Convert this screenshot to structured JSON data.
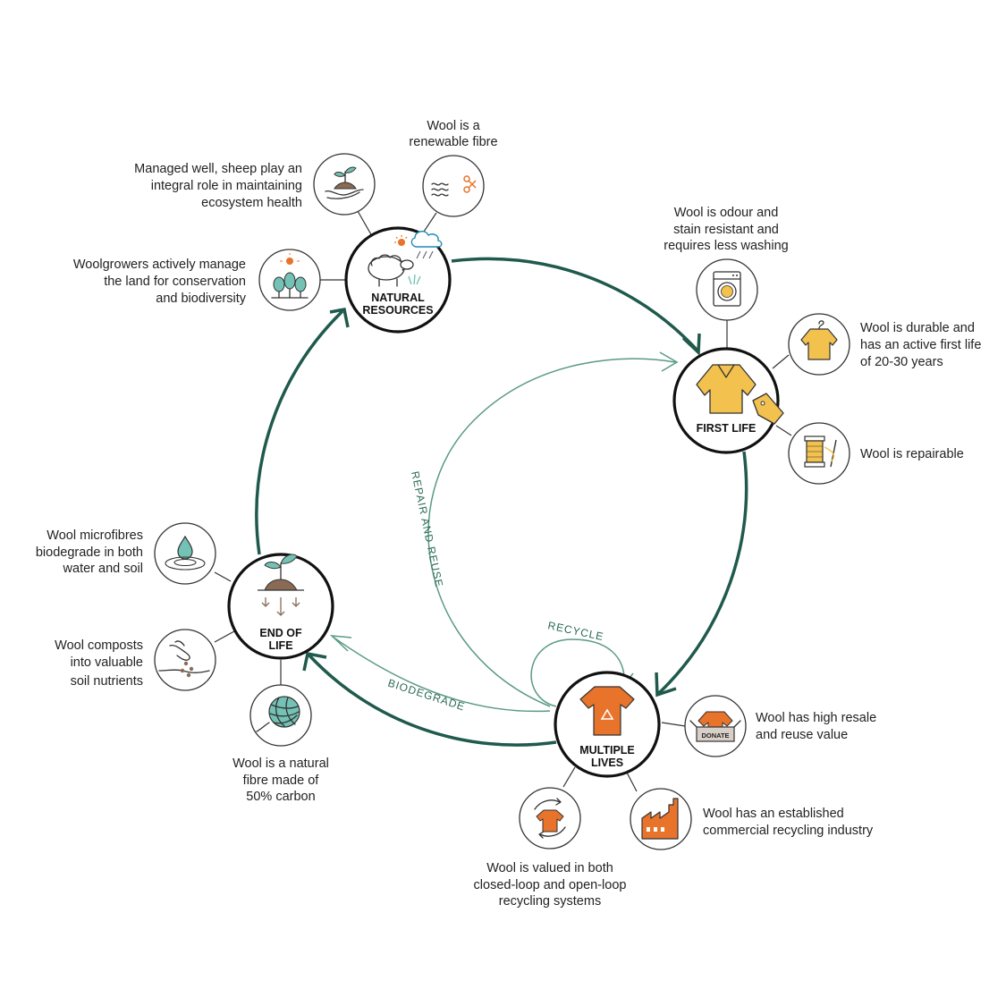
{
  "hubs": {
    "natural_resources": [
      "NATURAL",
      "RESOURCES"
    ],
    "first_life": [
      "FIRST LIFE"
    ],
    "multiple_lives": [
      "MULTIPLE",
      "LIVES"
    ],
    "end_of_life": [
      "END OF",
      "LIFE"
    ]
  },
  "flows": {
    "repair_reuse": "REPAIR AND REUSE",
    "recycle": "RECYCLE",
    "biodegrade": "BIODEGRADE"
  },
  "icons": {
    "donate_box": "DONATE"
  },
  "captions": {
    "renewable": [
      "Wool is a",
      "renewable fibre"
    ],
    "ecosystem": [
      "Managed well, sheep play an",
      "integral role in maintaining",
      "ecosystem health"
    ],
    "land": [
      "Woolgrowers actively manage",
      "the land for conservation",
      "and biodiversity"
    ],
    "odour": [
      "Wool is odour and",
      "stain resistant and",
      "requires less washing"
    ],
    "durable": [
      "Wool is durable and",
      "has an active first life",
      "of 20-30 years"
    ],
    "repairable": [
      "Wool is repairable"
    ],
    "resale": [
      "Wool has high resale",
      "and reuse value"
    ],
    "industry": [
      "Wool has an established",
      "commercial recycling industry"
    ],
    "loop": [
      "Wool is valued in both",
      "closed-loop and open-loop",
      "recycling systems"
    ],
    "carbon": [
      "Wool is a natural",
      "fibre made of",
      "50% carbon"
    ],
    "composts": [
      "Wool composts",
      "into valuable",
      "soil nutrients"
    ],
    "microfibres": [
      "Wool microfibres",
      "biodegrade in both",
      "water and soil"
    ]
  },
  "colors": {
    "main_cycle": "#1f5a4c",
    "secondary_cycle": "#5a9a82",
    "yellow": "#f2c14e",
    "orange": "#e8732a",
    "teal": "#74c2b5",
    "brown": "#8a6a55"
  }
}
